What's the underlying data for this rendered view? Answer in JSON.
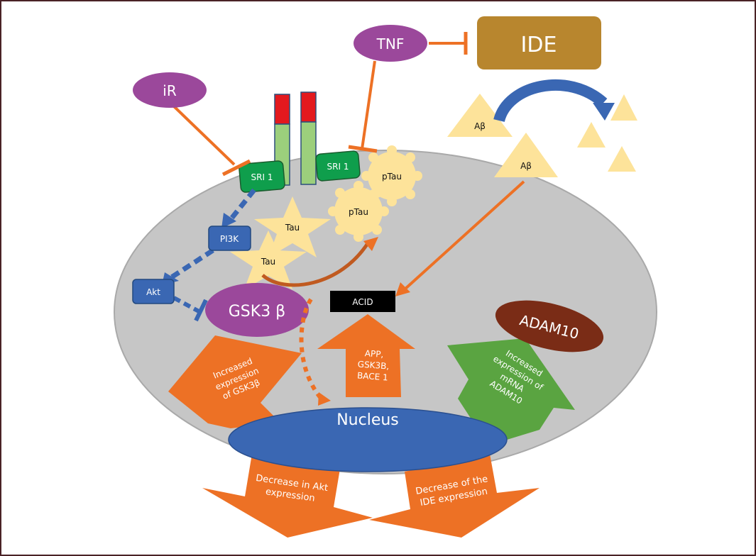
{
  "title": "Molecular pathways diagram",
  "nodes": {
    "ir": "iR",
    "tnf": "TNF",
    "ide": "IDE",
    "sri1_left": "SRI 1",
    "sri1_right": "SRI 1",
    "ptau_top": "pTau",
    "ptau_mid": "pTau",
    "tau_top": "Tau",
    "tau_bottom": "Tau",
    "pi3k": "PI3K",
    "akt": "Akt",
    "gsk3b": "GSK3 β",
    "acid": "ACID",
    "adam10": "ADAM10",
    "nucleus": "Nucleus",
    "abeta_left": "Aβ",
    "abeta_right": "Aβ"
  },
  "arrows": {
    "gsk_up": [
      "Increased",
      "expression",
      "of GSK3β"
    ],
    "app_up": [
      "APP,",
      "GSK3B,",
      "BACE 1"
    ],
    "adam_up": [
      "Increased",
      "expression of",
      "mRNA",
      "ADAM10"
    ],
    "akt_down": [
      "Decrease in Akt",
      "expression"
    ],
    "ide_down": [
      "Decrease of the",
      "IDE expression"
    ]
  },
  "colors": {
    "purple": "#9b489b",
    "orange": "#ed7125",
    "blue": "#3a67b3",
    "green": "#0f9e4c",
    "lightgreen": "#9ccf7c",
    "red": "#e3191e",
    "gold": "#b8862e",
    "yellow": "#fde39a",
    "gray": "#c6c6c6",
    "brown": "#7a2c16",
    "arrowgreen": "#5aa441",
    "frame": "#4a2226"
  }
}
